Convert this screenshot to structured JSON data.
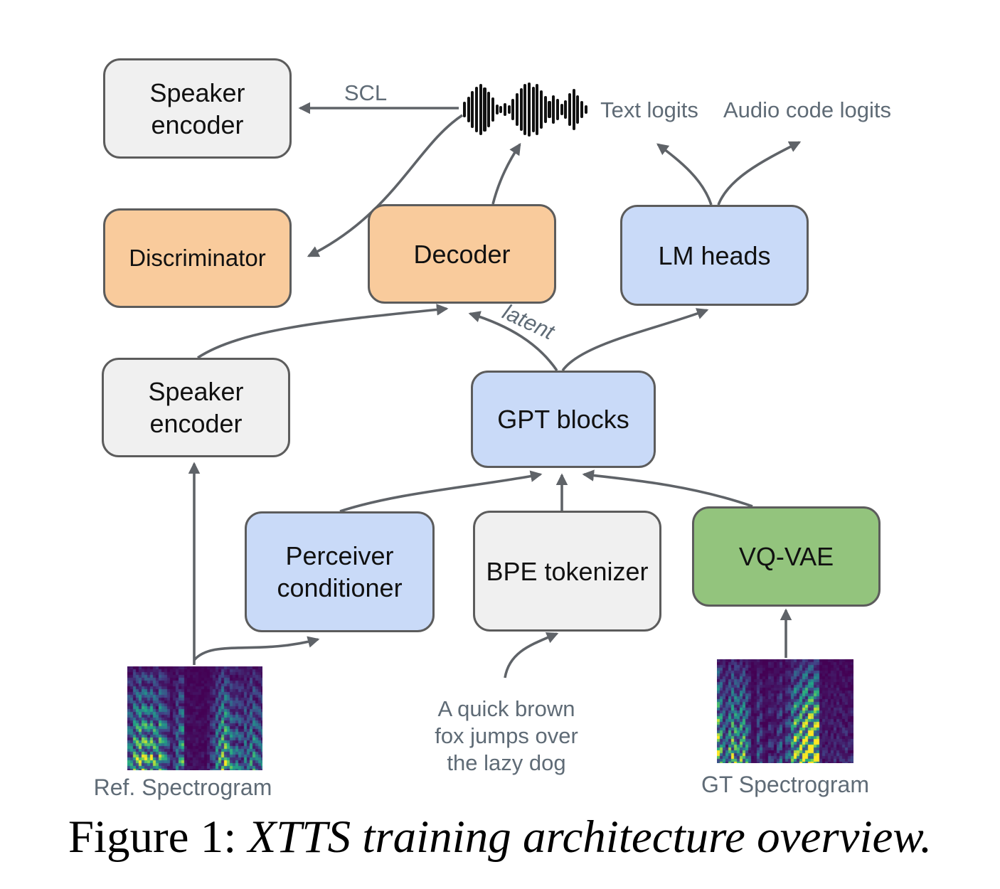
{
  "figure": {
    "boxes": {
      "speaker_encoder_top": {
        "label": "Speaker encoder",
        "color": "gray"
      },
      "discriminator": {
        "label": "Discriminator",
        "color": "orange"
      },
      "decoder": {
        "label": "Decoder",
        "color": "orange"
      },
      "lm_heads": {
        "label": "LM heads",
        "color": "blue"
      },
      "speaker_encoder_mid": {
        "label": "Speaker encoder",
        "color": "gray"
      },
      "gpt_blocks": {
        "label": "GPT blocks",
        "color": "blue"
      },
      "perceiver_conditioner": {
        "label": "Perceiver conditioner",
        "color": "blue"
      },
      "bpe_tokenizer": {
        "label": "BPE tokenizer",
        "color": "gray"
      },
      "vq_vae": {
        "label": "VQ-VAE",
        "color": "green"
      }
    },
    "annotations": {
      "scl": "SCL",
      "latent": "latent",
      "text_logits": "Text logits",
      "audio_code_logits": "Audio code logits",
      "input_text": "A quick brown\nfox jumps over\nthe lazy dog",
      "ref_spectrogram": "Ref. Spectrogram",
      "gt_spectrogram": "GT Spectrogram"
    },
    "icons": {
      "waveform": "audio-waveform-icon"
    },
    "colors": {
      "box_gray": "#F0F0F0",
      "box_orange": "#F9CB9C",
      "box_blue": "#C9DAF8",
      "box_green": "#93C47D",
      "box_border": "#5C5C5C",
      "arrow": "#5F6368",
      "annotation_text": "#5F6B76",
      "label_text": "#111111"
    }
  },
  "caption": {
    "prefix": "Figure 1:",
    "title": "XTTS training architecture overview."
  }
}
